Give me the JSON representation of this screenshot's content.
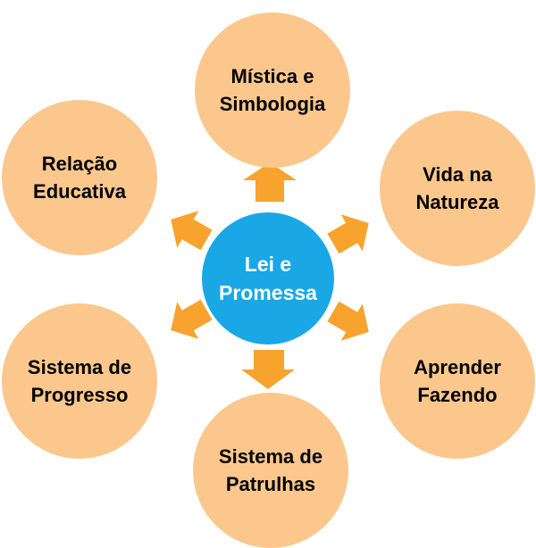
{
  "center": {
    "label": "Lei e Promessa",
    "color": "#1aa7e6"
  },
  "nodes": [
    {
      "id": "mistica",
      "label": "Mística e Simbologia"
    },
    {
      "id": "vida",
      "label": "Vida na Natureza"
    },
    {
      "id": "aprender",
      "label": "Aprender Fazendo"
    },
    {
      "id": "patrulhas",
      "label": "Sistema de Patrulhas"
    },
    {
      "id": "progresso",
      "label": "Sistema de Progresso"
    },
    {
      "id": "relacao",
      "label": "Relação Educativa"
    }
  ],
  "colors": {
    "node_fill": "#fbc78d",
    "arrow_fill": "#f7a32e"
  }
}
